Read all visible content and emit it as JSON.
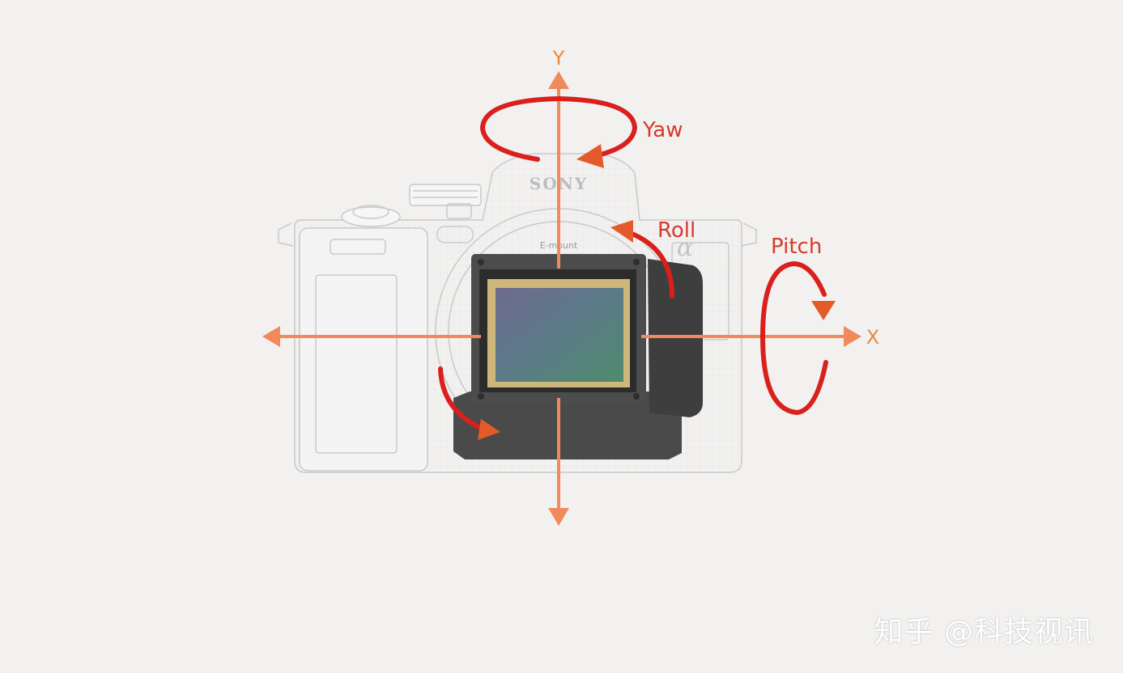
{
  "axes": {
    "y": "Y",
    "x": "X"
  },
  "rotations": {
    "yaw": "Yaw",
    "roll": "Roll",
    "pitch": "Pitch"
  },
  "camera": {
    "brand": "SONY",
    "mount": "E-mount",
    "logo": "α"
  },
  "watermark": "知乎 @科技视讯",
  "colors": {
    "axis": "#f08a5d",
    "rotation": "#d9201d",
    "axis_label": "#e8893f",
    "rotation_label": "#d63a2c",
    "background": "#f2f1f0"
  },
  "icons": {
    "axis_arrowhead": "triangle-arrow-icon",
    "rotation_arrow": "curved-arrow-icon"
  }
}
